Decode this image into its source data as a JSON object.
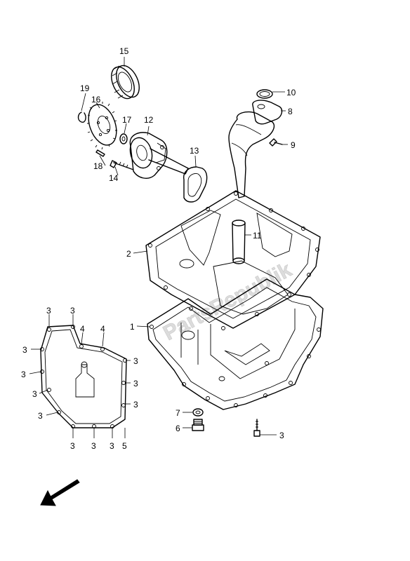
{
  "watermark": "PartsRepublik",
  "callouts": {
    "p15": "15",
    "p19": "19",
    "p16": "16",
    "p17": "17",
    "p12": "12",
    "p10": "10",
    "p8": "8",
    "p9": "9",
    "p13": "13",
    "p18": "18",
    "p14": "14",
    "p11": "11",
    "p2": "2",
    "p1": "1",
    "p7": "7",
    "p6": "6",
    "p3": "3",
    "p4": "4",
    "p5": "5"
  }
}
